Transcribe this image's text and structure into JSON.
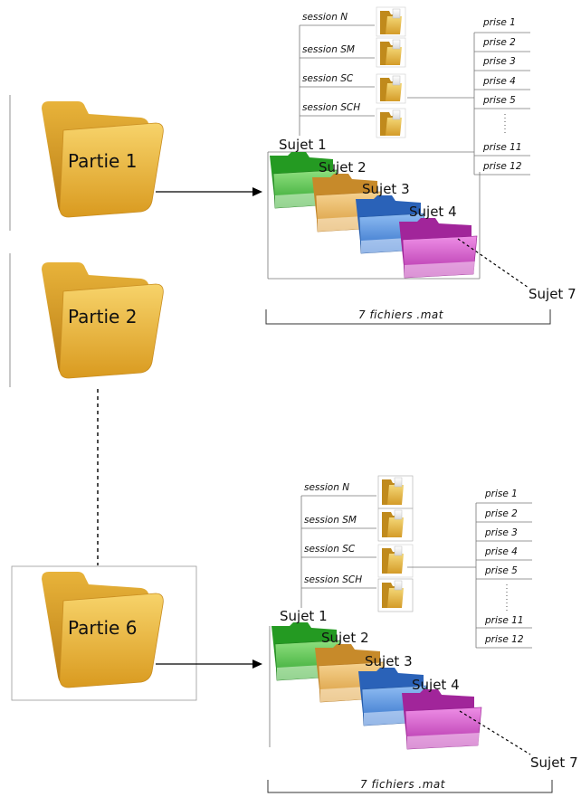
{
  "parties": [
    "Partie 1",
    "Partie 2",
    "Partie 6"
  ],
  "sujets": [
    "Sujet 1",
    "Sujet 2",
    "Sujet 3",
    "Sujet 4"
  ],
  "sujet_last": "Sujet 7",
  "sessions": [
    "session N",
    "session SM",
    "session SC",
    "session SCH"
  ],
  "prises": [
    "prise 1",
    "prise 2",
    "prise 3",
    "prise 4",
    "prise 5",
    "prise 11",
    "prise 12"
  ],
  "files_label": "7 fichiers .mat",
  "colors": {
    "partie_folder": "#e8a92a",
    "sujet_1": "#4cc64a",
    "sujet_2": "#e9b85a",
    "sujet_3": "#4d8ee0",
    "sujet_4": "#cf47c6",
    "session_folder": "#e7b53c"
  }
}
